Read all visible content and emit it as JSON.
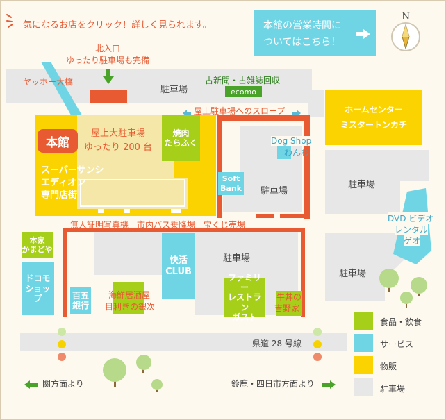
{
  "header": {
    "notice": "気になるお店をクリック！詳しく見られます。",
    "hours_line1": "本館の営業時間に",
    "hours_line2": "ついてはこちら！"
  },
  "compass": {
    "label": "N"
  },
  "labels": {
    "north_entrance_line1": "北入口",
    "north_entrance_line2": "ゆったり駐車場も完備",
    "yahho_bridge": "ヤッホー大橋",
    "parking_top": "駐車場",
    "recycle": "古新聞・古雑誌回収",
    "ecomo": "ecomo",
    "rooftop_slope": "屋上駐車場へのスロープ",
    "bottom_row": "無人証明写真機　市内バス乗降場　宝くじ売場",
    "route": "県道 28 号線",
    "to_seki": "関方面より",
    "to_suzuka": "鈴鹿・四日市方面より"
  },
  "honkan": {
    "badge": "本館",
    "rooftop_line1": "屋上大駐車場",
    "rooftop_line2": "ゆったり 200 台",
    "super_line1": "スーパーサンシ",
    "super_line2": "エディオン",
    "super_line3": "専門店街"
  },
  "stores": {
    "yakiniku": [
      "焼肉",
      "たらふく"
    ],
    "dogshop": [
      "Dog Shop",
      "わんわ"
    ],
    "softbank": [
      "Soft",
      "Bank"
    ],
    "home_center": [
      "ホームセンター",
      "ミスタートンカチ"
    ],
    "dvd": [
      "DVD ビデオ",
      "レンタル",
      "ゲオ"
    ],
    "honke": [
      "本家",
      "かまどや"
    ],
    "docomo": [
      "ドコモ",
      "ショップ"
    ],
    "hyakugo": [
      "百五",
      "銀行"
    ],
    "kaikatsu": [
      "快活",
      "CLUB"
    ],
    "izakaya": [
      "海鮮居酒屋",
      "目利きの銀次"
    ],
    "gusto": [
      "ファミリー",
      "レストラン",
      "ガスト"
    ],
    "yoshinoya": [
      "牛丼の",
      "吉野家"
    ]
  },
  "parking": {
    "mid": "駐車場",
    "right_top": "駐車場",
    "right_bottom": "駐車場",
    "center": "駐車場"
  },
  "legend": [
    {
      "label": "食品・飲食",
      "color": "#a6cf19"
    },
    {
      "label": "サービス",
      "color": "#6fd5e5"
    },
    {
      "label": "物販",
      "color": "#fbd300"
    },
    {
      "label": "駐車場",
      "color": "#e7e7e7"
    }
  ],
  "colors": {
    "accent": "#e85a32",
    "food": "#a6cf19",
    "service": "#6fd5e5",
    "retail": "#fbd300",
    "parking": "#e7e7e7"
  }
}
